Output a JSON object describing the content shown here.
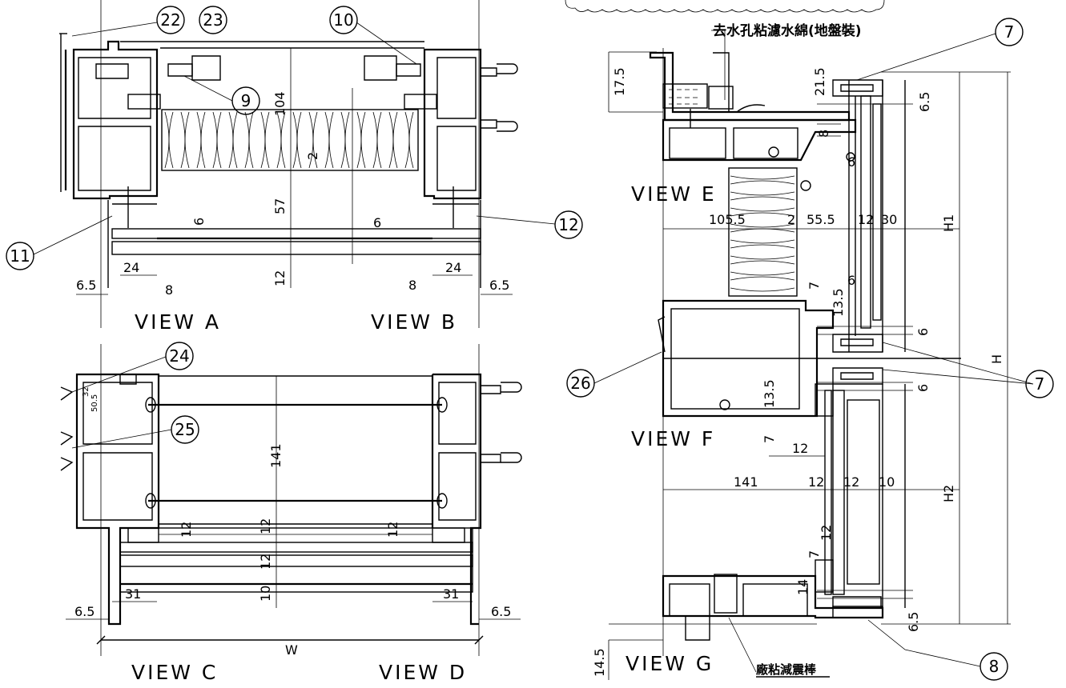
{
  "views": {
    "a": "VIEW A",
    "b": "VIEW B",
    "c": "VIEW C",
    "d": "VIEW D",
    "e": "VIEW E",
    "f": "VIEW F",
    "g": "VIEW G"
  },
  "callouts": {
    "c22": "22",
    "c23": "23",
    "c10": "10",
    "c9": "9",
    "c11": "11",
    "c12": "12",
    "c24": "24",
    "c25": "25",
    "c26": "26",
    "c7a": "7",
    "c7b": "7",
    "c8": "8"
  },
  "notes": {
    "drain": "去水孔粘濾水綿(地盤裝)",
    "damper": "廠粘減震棒"
  },
  "dims_ab": {
    "d104": "104",
    "d2": "2",
    "d57": "57",
    "d6a": "6",
    "d6b": "6",
    "d24a": "24",
    "d24b": "24",
    "d65a": "6.5",
    "d65b": "6.5",
    "d8a": "8",
    "d8b": "8",
    "d12": "12"
  },
  "dims_cd": {
    "d32": "32",
    "d505": "50.5",
    "d141": "141",
    "d12a": "12",
    "d12b": "12",
    "d12c": "12",
    "d12d": "12",
    "d10": "10",
    "d31a": "31",
    "d31b": "31",
    "d65a": "6.5",
    "d65b": "6.5",
    "w": "W"
  },
  "dims_right": {
    "d175": "17.5",
    "d215": "21.5",
    "d65top": "6.5",
    "d8": "8",
    "d6a": "6",
    "d1055": "105.5",
    "d2": "2",
    "d555": "55.5",
    "d12": "12",
    "d30": "30",
    "h1": "H1",
    "d7a": "7",
    "d6b": "6",
    "d135a": "13.5",
    "d6c": "6",
    "h": "H",
    "d6d": "6",
    "d135b": "13.5",
    "d7b": "7",
    "d12b": "12",
    "d141": "141",
    "d12c": "12",
    "d12d": "12",
    "d10": "10",
    "h2": "H2",
    "d12e": "12",
    "d7c": "7",
    "d14": "14",
    "d65bot": "6.5",
    "d145": "14.5"
  }
}
